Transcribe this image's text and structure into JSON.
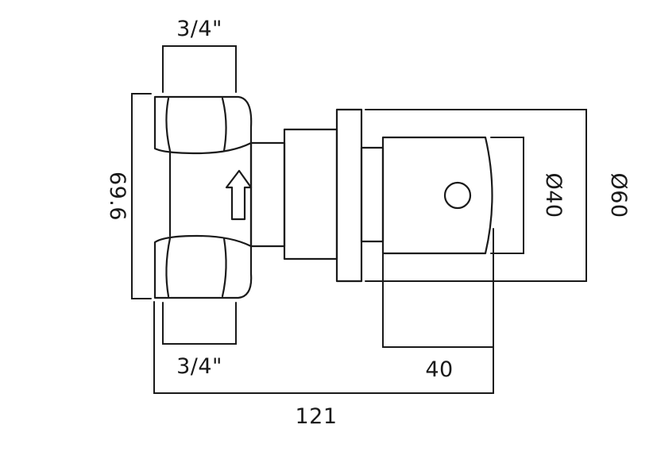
{
  "dimensions": {
    "top_thread": "3/4\"",
    "bottom_thread": "3/4\"",
    "body_height": "69.6",
    "handle_diameter": "Ø40",
    "flange_diameter": "Ø60",
    "handle_depth": "40",
    "overall_depth": "121"
  },
  "symbols": {
    "flow_direction": "arrow-up"
  },
  "colors": {
    "line": "#1a1a1a",
    "background": "#ffffff"
  }
}
